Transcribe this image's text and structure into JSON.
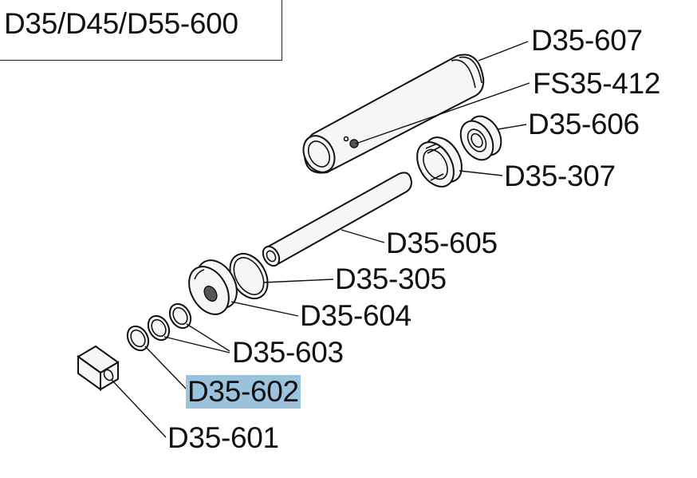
{
  "title": "D35/D45/D55-600",
  "labels": {
    "d607": "D35-607",
    "fs412": "FS35-412",
    "d606": "D35-606",
    "d307": "D35-307",
    "d605": "D35-605",
    "d305": "D35-305",
    "d604": "D35-604",
    "d603": "D35-603",
    "d602": "D35-602",
    "d601": "D35-601"
  },
  "highlight_color": "#9cc3de"
}
